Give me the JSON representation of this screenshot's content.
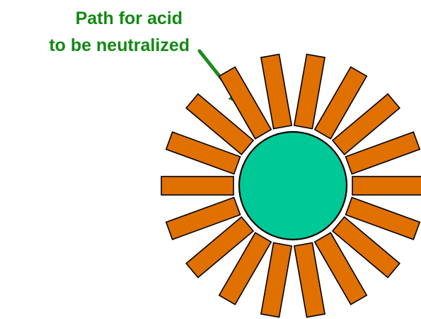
{
  "annotation": {
    "line1": "Path for acid",
    "line2": "to be neutralized"
  },
  "particle": {
    "bar_count": 18
  },
  "colors": {
    "label_text": "#128a12",
    "arrow": "#1f8a1f",
    "bar_fill": "#e07000",
    "bar_stroke": "#000000",
    "core_fill": "#00c896",
    "core_stroke": "#000000"
  }
}
